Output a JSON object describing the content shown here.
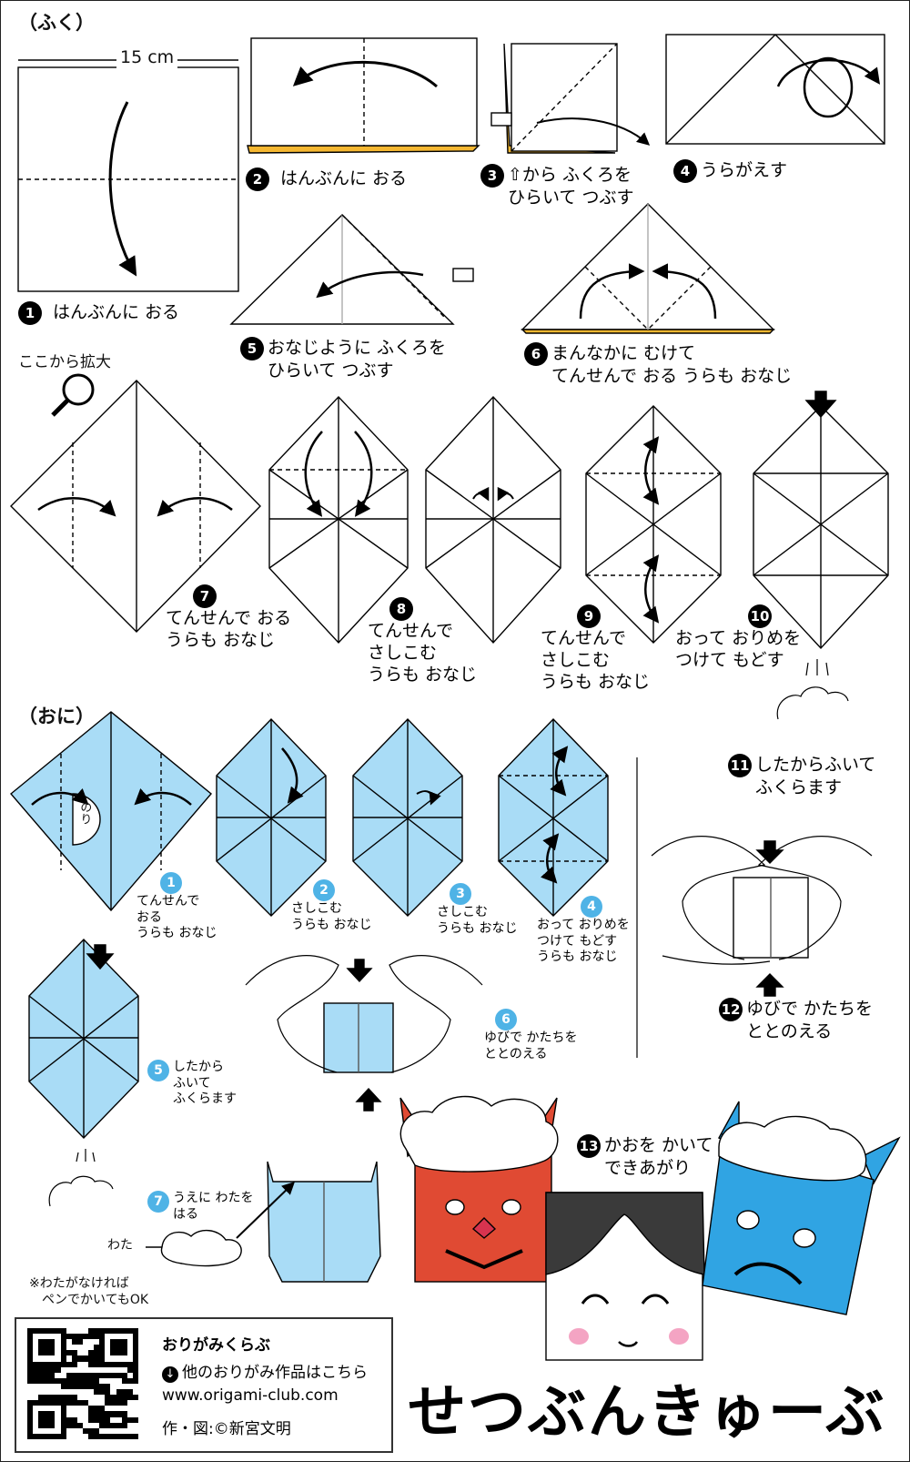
{
  "sections": {
    "fuku": "（ふく）",
    "oni": "（おに）",
    "zoom": "ここから拡大"
  },
  "dimension": "15 cm",
  "fuku_steps": [
    {
      "n": "1",
      "text": "はんぶんに おる"
    },
    {
      "n": "2",
      "text": "はんぶんに おる"
    },
    {
      "n": "3",
      "text": "⇧から ふくろを\nひらいて つぶす"
    },
    {
      "n": "4",
      "text": "うらがえす"
    },
    {
      "n": "5",
      "text": "おなじように ふくろを\nひらいて つぶす"
    },
    {
      "n": "6",
      "text": "まんなかに むけて\nてんせんで おる うらも おなじ"
    },
    {
      "n": "7",
      "text": "てんせんで おる\nうらも おなじ"
    },
    {
      "n": "8",
      "text": "てんせんで\nさしこむ\nうらも おなじ"
    },
    {
      "n": "9",
      "text": "てんせんで\nさしこむ\nうらも おなじ"
    },
    {
      "n": "10",
      "text": "おって おりめを\nつけて もどす"
    },
    {
      "n": "11",
      "text": "したからふいて\nふくらます"
    },
    {
      "n": "12",
      "text": "ゆびで かたちを\nととのえる"
    },
    {
      "n": "13",
      "text": "かおを かいて\nできあがり"
    }
  ],
  "oni_steps": [
    {
      "n": "1",
      "text": "てんせんで\nおる\nうらも おなじ"
    },
    {
      "n": "2",
      "text": "さしこむ\nうらも おなじ"
    },
    {
      "n": "3",
      "text": "さしこむ\nうらも おなじ"
    },
    {
      "n": "4",
      "text": "おって おりめを\nつけて もどす\nうらも おなじ"
    },
    {
      "n": "5",
      "text": "したから\nふいて\nふくらます"
    },
    {
      "n": "6",
      "text": "ゆびで かたちを\nととのえる"
    },
    {
      "n": "7",
      "text": "うえに わたを\nはる"
    }
  ],
  "nori": "のり",
  "wata": "わた",
  "note": "※わたがなければ\n　ペンでかいてもOK",
  "brand": {
    "name": "おりがみくらぶ",
    "more": "他のおりがみ作品はこちら",
    "url": "www.origami-club.com",
    "credit": "作・図:©新宮文明"
  },
  "title": "せつぶんきゅーぶ",
  "colors": {
    "oni_blue": "#a9dcf6",
    "oni_red": "#e04a33",
    "paper_back": "#f5b731",
    "accent_blue": "#4fb3e6"
  }
}
